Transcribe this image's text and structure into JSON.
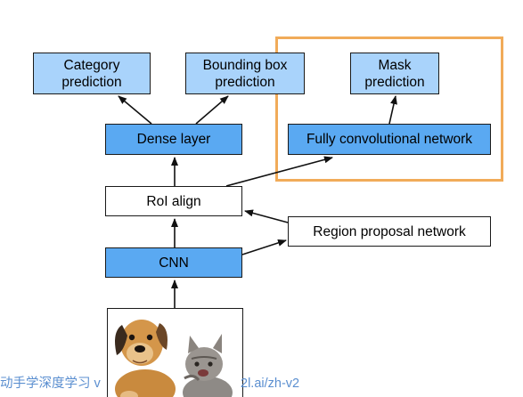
{
  "diagram": {
    "boxes": {
      "category": "Category\nprediction",
      "bbox": "Bounding box\nprediction",
      "mask": "Mask\nprediction",
      "dense": "Dense layer",
      "fcn": "Fully convolutional network",
      "roi": "RoI align",
      "rpn": "Region proposal network",
      "cnn": "CNN"
    },
    "image_content": "puppy-and-kitten-photo"
  },
  "watermark": {
    "left": "动手学深度学习 v",
    "right": "2l.ai/zh-v2"
  },
  "colors": {
    "light_blue": "#a9d3fb",
    "mid_blue": "#5aa9f2",
    "highlight": "#f1ab59",
    "watermark": "#5b8fd0"
  }
}
